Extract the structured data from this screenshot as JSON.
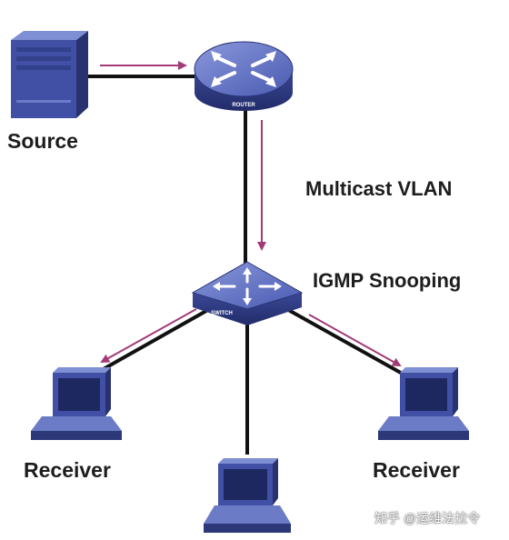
{
  "labels": {
    "source": "Source",
    "multicast_vlan": "Multicast VLAN",
    "igmp_snooping": "IGMP Snooping",
    "receiver_left": "Receiver",
    "receiver_right": "Receiver",
    "router_badge": "ROUTER",
    "switch_badge": "SWITCH"
  },
  "watermark": "知乎 @运维法拉令",
  "colors": {
    "device_blue": "#3f4e9c",
    "device_dark": "#2a3577",
    "device_light": "#6f7fc6",
    "link_line": "#111111",
    "flow_arrow": "#a23a78"
  },
  "icons": [
    "server-icon",
    "router-icon",
    "switch-icon",
    "computer-icon"
  ]
}
